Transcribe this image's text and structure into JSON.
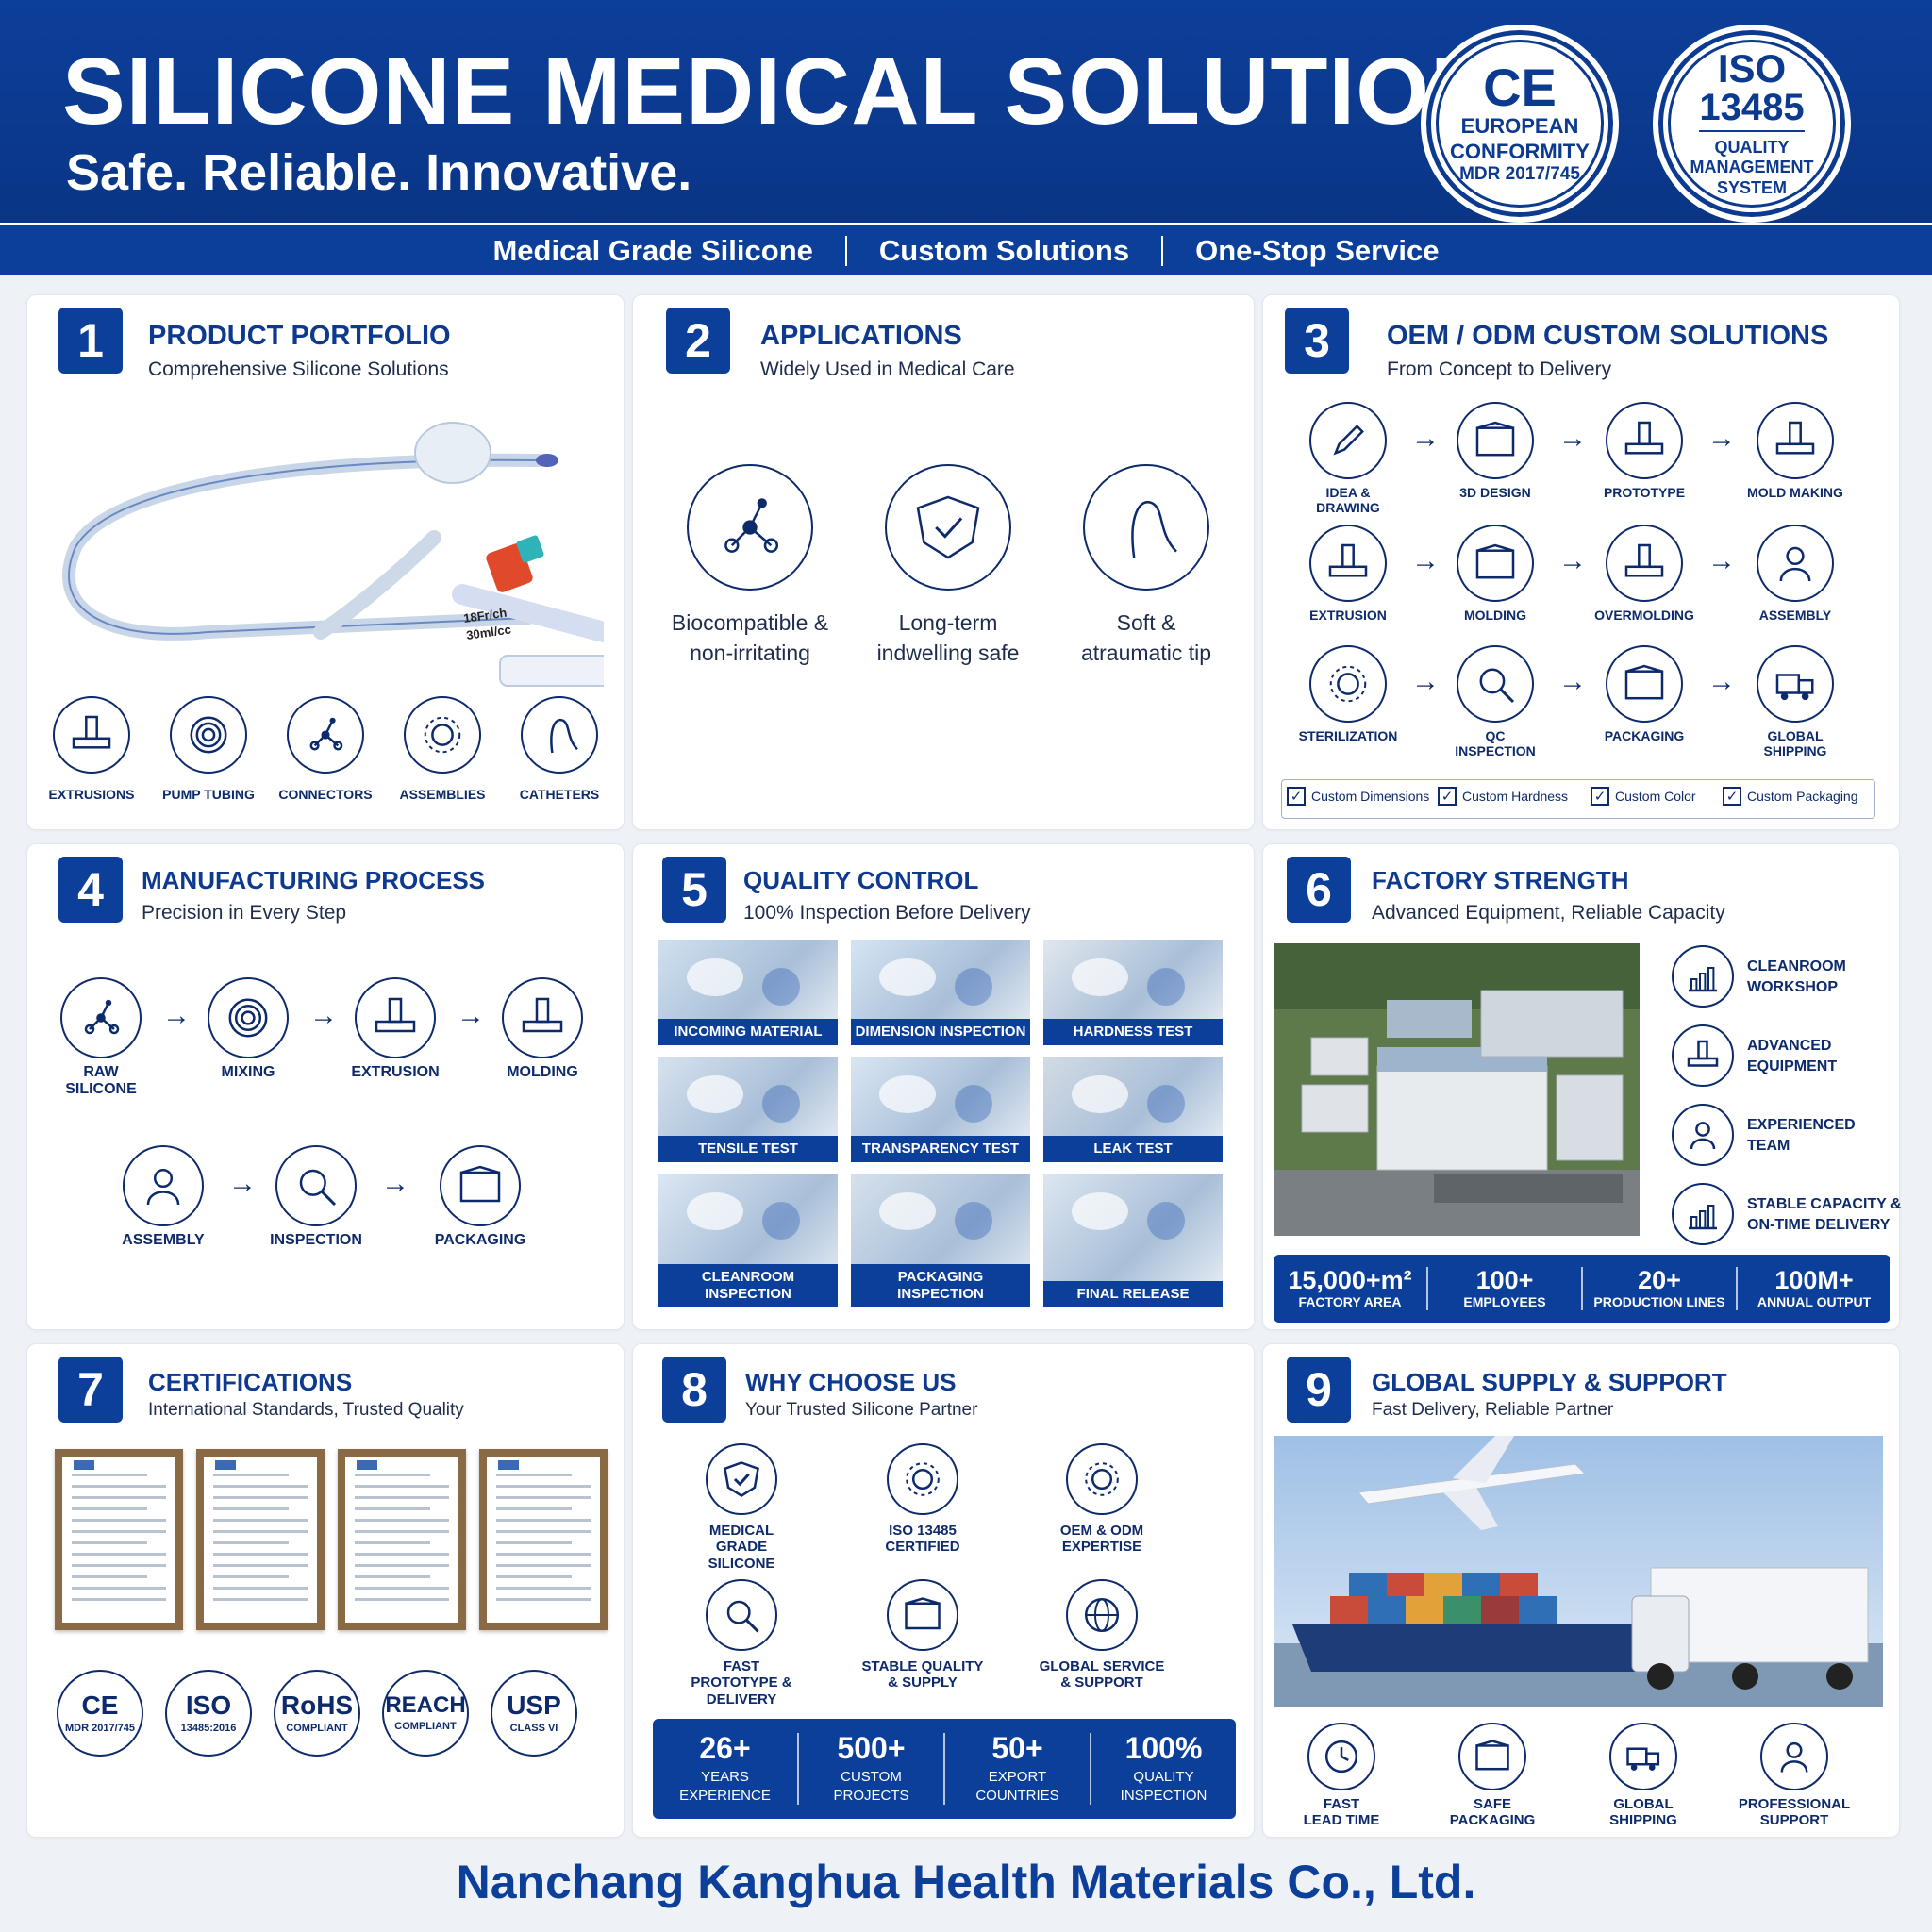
{
  "header": {
    "title": "SILICONE MEDICAL SOLUTIONS",
    "tagline": "Safe. Reliable. Innovative.",
    "ce_seal": {
      "mark": "CE",
      "line1": "EUROPEAN",
      "line2": "CONFORMITY",
      "line3": "MDR 2017/745"
    },
    "iso_seal": {
      "line1": "ISO",
      "line2": "13485",
      "line3": "QUALITY",
      "line4": "MANAGEMENT",
      "line5": "SYSTEM"
    },
    "subbar": [
      "Medical Grade Silicone",
      "Custom Solutions",
      "One-Stop Service"
    ]
  },
  "s1": {
    "num": "1",
    "title": "PRODUCT PORTFOLIO",
    "subtitle": "Comprehensive Silicone Solutions",
    "catheter_labels": {
      "a": "18Fr/ch",
      "b": "30ml/cc"
    },
    "items": [
      "EXTRUSIONS",
      "PUMP TUBING",
      "CONNECTORS",
      "ASSEMBLIES",
      "CATHETERS"
    ]
  },
  "s2": {
    "num": "2",
    "title": "APPLICATIONS",
    "subtitle": "Widely Used in Medical Care",
    "items": [
      {
        "l1": "Biocompatible &",
        "l2": "non-irritating"
      },
      {
        "l1": "Long-term",
        "l2": "indwelling safe"
      },
      {
        "l1": "Soft &",
        "l2": "atraumatic tip"
      }
    ]
  },
  "s3": {
    "num": "3",
    "title": "OEM / ODM CUSTOM SOLUTIONS",
    "subtitle": "From Concept to Delivery",
    "steps": [
      [
        "IDEA &",
        "DRAWING"
      ],
      [
        "3D DESIGN"
      ],
      [
        "PROTOTYPE"
      ],
      [
        "MOLD MAKING"
      ],
      [
        "EXTRUSION"
      ],
      [
        "MOLDING"
      ],
      [
        "OVERMOLDING"
      ],
      [
        "ASSEMBLY"
      ],
      [
        "STERILIZATION"
      ],
      [
        "QC",
        "INSPECTION"
      ],
      [
        "PACKAGING"
      ],
      [
        "GLOBAL",
        "SHIPPING"
      ]
    ],
    "options": [
      "Custom Dimensions",
      "Custom Hardness",
      "Custom Color",
      "Custom Packaging"
    ]
  },
  "s4": {
    "num": "4",
    "title": "MANUFACTURING PROCESS",
    "subtitle": "Precision in Every Step",
    "steps": [
      [
        "RAW",
        "SILICONE"
      ],
      [
        "MIXING"
      ],
      [
        "EXTRUSION"
      ],
      [
        "MOLDING"
      ],
      [
        "ASSEMBLY"
      ],
      [
        "INSPECTION"
      ],
      [
        "PACKAGING"
      ]
    ]
  },
  "s5": {
    "num": "5",
    "title": "QUALITY CONTROL",
    "subtitle": "100% Inspection Before Delivery",
    "tiles": [
      [
        "INCOMING MATERIAL"
      ],
      [
        "DIMENSION INSPECTION"
      ],
      [
        "HARDNESS TEST"
      ],
      [
        "TENSILE TEST"
      ],
      [
        "TRANSPARENCY TEST"
      ],
      [
        "LEAK TEST"
      ],
      [
        "CLEANROOM",
        "INSPECTION"
      ],
      [
        "PACKAGING",
        "INSPECTION"
      ],
      [
        "FINAL RELEASE"
      ]
    ]
  },
  "s6": {
    "num": "6",
    "title": "FACTORY STRENGTH",
    "subtitle": "Advanced Equipment, Reliable Capacity",
    "features": [
      [
        "CLEANROOM",
        "WORKSHOP"
      ],
      [
        "ADVANCED",
        "EQUIPMENT"
      ],
      [
        "EXPERIENCED",
        "TEAM"
      ],
      [
        "STABLE CAPACITY &",
        "ON-TIME DELIVERY"
      ]
    ],
    "stats": [
      {
        "v": "15,000+m²",
        "k": "FACTORY AREA"
      },
      {
        "v": "100+",
        "k": "EMPLOYEES"
      },
      {
        "v": "20+",
        "k": "PRODUCTION LINES"
      },
      {
        "v": "100M+",
        "k": "ANNUAL OUTPUT"
      }
    ]
  },
  "s7": {
    "num": "7",
    "title": "CERTIFICATIONS",
    "subtitle": "International Standards, Trusted Quality",
    "badges": [
      {
        "big": "CE",
        "sm": "MDR 2017/745"
      },
      {
        "big": "ISO",
        "sm": "13485:2016"
      },
      {
        "big": "RoHS",
        "sm": "COMPLIANT"
      },
      {
        "big": "REACH",
        "sm": "COMPLIANT"
      },
      {
        "big": "USP",
        "sm": "CLASS VI"
      }
    ]
  },
  "s8": {
    "num": "8",
    "title": "WHY CHOOSE US",
    "subtitle": "Your Trusted Silicone Partner",
    "items": [
      [
        "MEDICAL",
        "GRADE",
        "SILICONE"
      ],
      [
        "ISO 13485",
        "CERTIFIED"
      ],
      [
        "OEM & ODM",
        "EXPERTISE"
      ],
      [
        "FAST",
        "PROTOTYPE &",
        "DELIVERY"
      ],
      [
        "STABLE QUALITY",
        "& SUPPLY"
      ],
      [
        "GLOBAL SERVICE",
        "& SUPPORT"
      ]
    ],
    "stats": [
      {
        "v": "26+",
        "k1": "YEARS",
        "k2": "EXPERIENCE"
      },
      {
        "v": "500+",
        "k1": "CUSTOM",
        "k2": "PROJECTS"
      },
      {
        "v": "50+",
        "k1": "EXPORT",
        "k2": "COUNTRIES"
      },
      {
        "v": "100%",
        "k1": "QUALITY",
        "k2": "INSPECTION"
      }
    ]
  },
  "s9": {
    "num": "9",
    "title": "GLOBAL SUPPLY & SUPPORT",
    "subtitle": "Fast Delivery, Reliable Partner",
    "items": [
      [
        "FAST",
        "LEAD TIME"
      ],
      [
        "SAFE",
        "PACKAGING"
      ],
      [
        "GLOBAL",
        "SHIPPING"
      ],
      [
        "PROFESSIONAL",
        "SUPPORT"
      ]
    ]
  },
  "footer": "Nanchang Kanghua Health Materials Co., Ltd.",
  "colors": {
    "brand": "#0c3f9a",
    "ink": "#0d2a6b"
  }
}
